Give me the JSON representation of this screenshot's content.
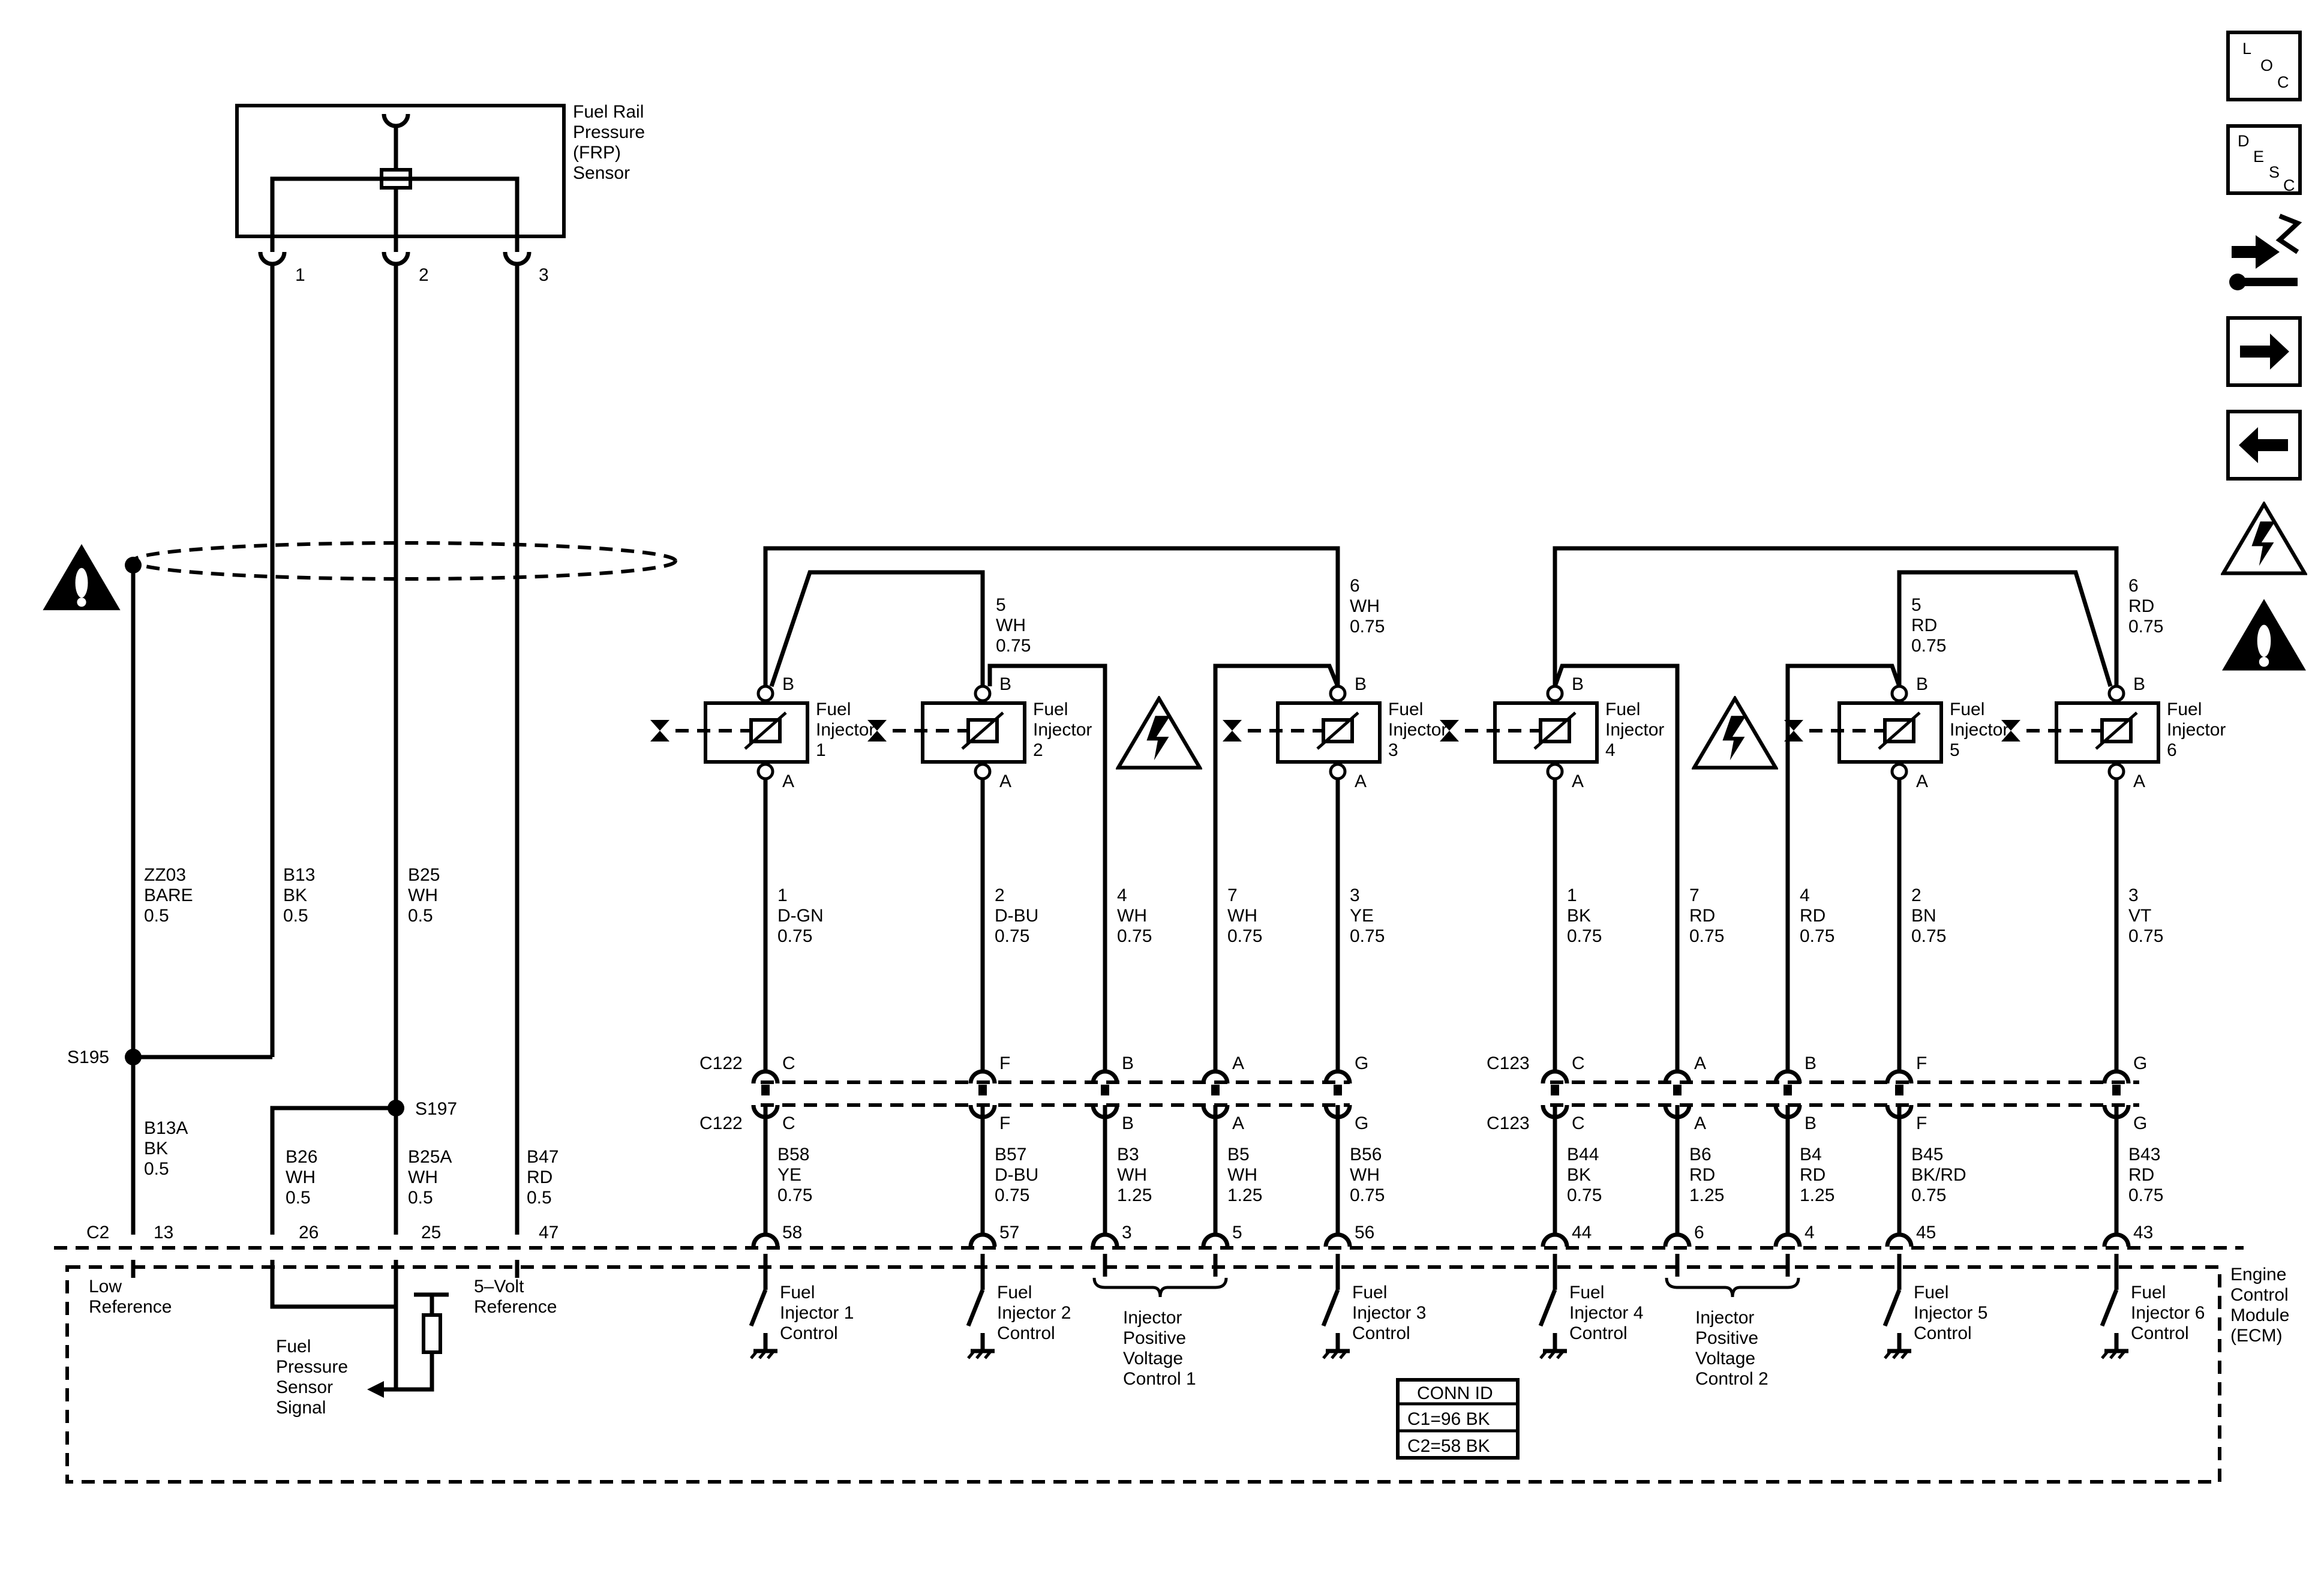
{
  "frp_sensor": {
    "name": [
      "Fuel Rail",
      "Pressure",
      "(FRP)",
      "Sensor"
    ],
    "pins": [
      "1",
      "2",
      "3"
    ]
  },
  "frp_wires": {
    "zz03": [
      "ZZ03",
      "BARE",
      "0.5"
    ],
    "b13": [
      "B13",
      "BK",
      "0.5"
    ],
    "b25": [
      "B25",
      "WH",
      "0.5"
    ]
  },
  "splices": {
    "s195": "S195",
    "s197": "S197"
  },
  "ecm_wires_left": {
    "b13a": [
      "B13A",
      "BK",
      "0.5"
    ],
    "b26": [
      "B26",
      "WH",
      "0.5"
    ],
    "b25a": [
      "B25A",
      "WH",
      "0.5"
    ],
    "b47": [
      "B47",
      "RD",
      "0.5"
    ]
  },
  "connector_c2": {
    "name": "C2",
    "pins": [
      "13",
      "26",
      "25",
      "47"
    ]
  },
  "injectors": [
    {
      "name": [
        "Fuel",
        "Injector",
        "1"
      ]
    },
    {
      "name": [
        "Fuel",
        "Injector",
        "2"
      ]
    },
    {
      "name": [
        "Fuel",
        "Injector",
        "3"
      ]
    },
    {
      "name": [
        "Fuel",
        "Injector",
        "4"
      ]
    },
    {
      "name": [
        "Fuel",
        "Injector",
        "5"
      ]
    },
    {
      "name": [
        "Fuel",
        "Injector",
        "6"
      ]
    }
  ],
  "pin_labels": {
    "b": "B",
    "a": "A"
  },
  "bank1_top_wires": {
    "w5": [
      "5",
      "WH",
      "0.75"
    ],
    "w6": [
      "6",
      "WH",
      "0.75"
    ]
  },
  "bank2_top_wires": {
    "w5": [
      "5",
      "RD",
      "0.75"
    ],
    "w6": [
      "6",
      "RD",
      "0.75"
    ]
  },
  "bank1_wires": [
    [
      "1",
      "D-GN",
      "0.75"
    ],
    [
      "2",
      "D-BU",
      "0.75"
    ],
    [
      "4",
      "WH",
      "0.75"
    ],
    [
      "7",
      "WH",
      "0.75"
    ],
    [
      "3",
      "YE",
      "0.75"
    ]
  ],
  "bank2_wires": [
    [
      "1",
      "BK",
      "0.75"
    ],
    [
      "7",
      "RD",
      "0.75"
    ],
    [
      "4",
      "RD",
      "0.75"
    ],
    [
      "2",
      "BN",
      "0.75"
    ],
    [
      "3",
      "VT",
      "0.75"
    ]
  ],
  "c122": {
    "name": "C122",
    "pins": [
      "C",
      "F",
      "B",
      "A",
      "G"
    ]
  },
  "c123": {
    "name": "C123",
    "pins": [
      "C",
      "A",
      "B",
      "F",
      "G"
    ]
  },
  "bank1_ecm_wires": [
    [
      "B58",
      "YE",
      "0.75"
    ],
    [
      "B57",
      "D-BU",
      "0.75"
    ],
    [
      "B3",
      "WH",
      "1.25"
    ],
    [
      "B5",
      "WH",
      "1.25"
    ],
    [
      "B56",
      "WH",
      "0.75"
    ]
  ],
  "bank2_ecm_wires": [
    [
      "B44",
      "BK",
      "0.75"
    ],
    [
      "B6",
      "RD",
      "1.25"
    ],
    [
      "B4",
      "RD",
      "1.25"
    ],
    [
      "B45",
      "BK/RD",
      "0.75"
    ],
    [
      "B43",
      "RD",
      "0.75"
    ]
  ],
  "ecm_pins_bank1": [
    "58",
    "57",
    "3",
    "5",
    "56"
  ],
  "ecm_pins_bank2": [
    "44",
    "6",
    "4",
    "45",
    "43"
  ],
  "ecm": {
    "name": [
      "Engine",
      "Control",
      "Module",
      "(ECM)"
    ],
    "low_ref": [
      "Low",
      "Reference"
    ],
    "five_volt": [
      "5–Volt",
      "Reference"
    ],
    "fp_signal": [
      "Fuel",
      "Pressure",
      "Sensor",
      "Signal"
    ],
    "inj_controls": [
      [
        "Fuel",
        "Injector 1",
        "Control"
      ],
      [
        "Fuel",
        "Injector 2",
        "Control"
      ],
      [
        "Fuel",
        "Injector 3",
        "Control"
      ],
      [
        "Fuel",
        "Injector 4",
        "Control"
      ],
      [
        "Fuel",
        "Injector 5",
        "Control"
      ],
      [
        "Fuel",
        "Injector 6",
        "Control"
      ]
    ],
    "ipv1": [
      "Injector",
      "Positive",
      "Voltage",
      "Control 1"
    ],
    "ipv2": [
      "Injector",
      "Positive",
      "Voltage",
      "Control 2"
    ]
  },
  "conn_id": {
    "title": "CONN ID",
    "c1": "C1=96 BK",
    "c2": "C2=58 BK"
  },
  "sidebar": {
    "loc": [
      "L",
      "O",
      "C"
    ],
    "desc": [
      "D",
      "E",
      "S",
      "C"
    ],
    "icons": [
      "loc-icon",
      "desc-icon",
      "component-swap-icon",
      "next-arrow-icon",
      "previous-arrow-icon",
      "high-voltage-warning-icon",
      "caution-icon"
    ]
  }
}
